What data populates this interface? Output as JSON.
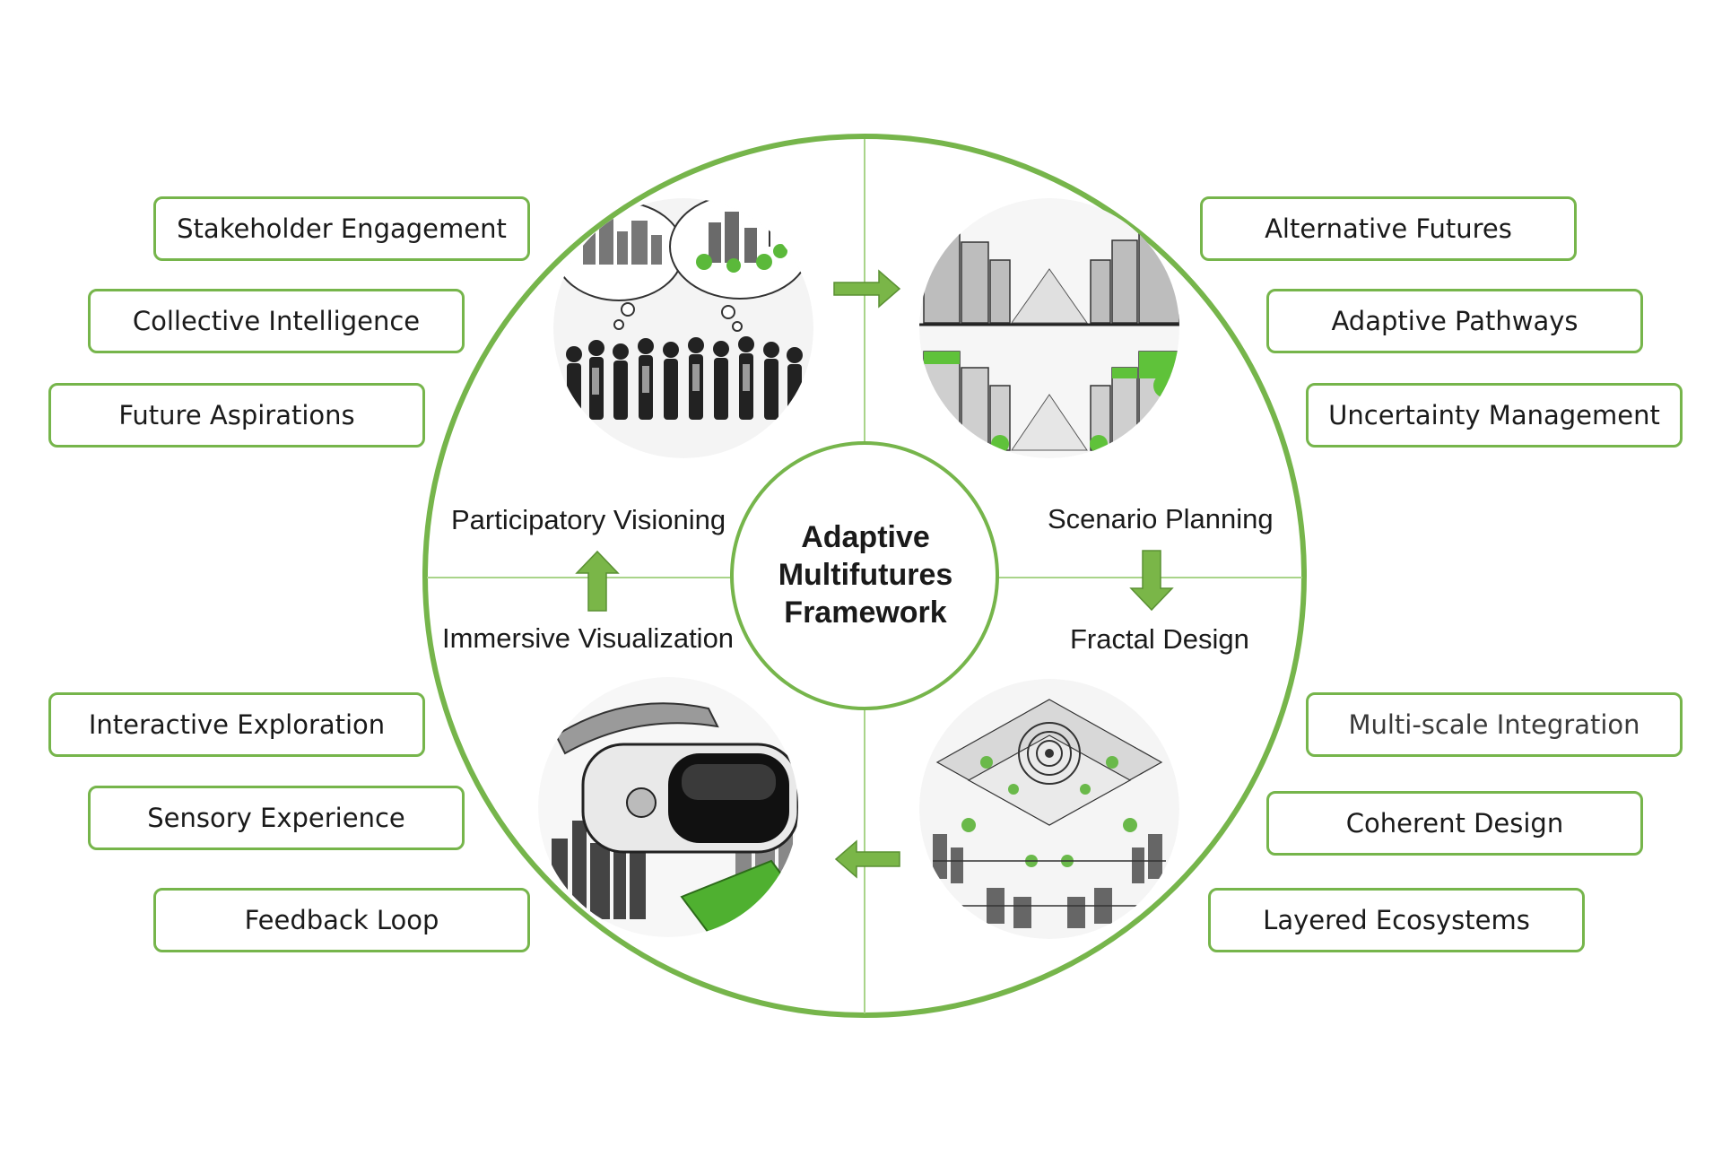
{
  "center": {
    "line1": "Adaptive",
    "line2": "Multifutures",
    "line3": "Framework"
  },
  "phases": {
    "participatory_visioning": "Participatory Visioning",
    "scenario_planning": "Scenario Planning",
    "fractal_design": "Fractal Design",
    "immersive_visualization": "Immersive Visualization"
  },
  "left_top": [
    "Stakeholder Engagement",
    "Collective Intelligence",
    "Future Aspirations"
  ],
  "right_top": [
    "Alternative Futures",
    "Adaptive Pathways",
    "Uncertainty Management"
  ],
  "left_bottom": [
    "Interactive Exploration",
    "Sensory Experience",
    "Feedback Loop"
  ],
  "right_bottom": [
    "Multi-scale Integration",
    "Coherent Design",
    "Layered Ecosystems"
  ],
  "colors": {
    "accent_green": "#76b54b",
    "arrow_green": "#7ab648",
    "line_green": "#9ccc7a",
    "text": "#1a1a1a"
  },
  "images": {
    "top_left": "crowd-with-thought-bubbles-illustration",
    "top_right": "street-before-after-greening-illustration",
    "bottom_left": "vr-headset-over-city-illustration",
    "bottom_right": "fractal-city-spiral-illustration"
  }
}
